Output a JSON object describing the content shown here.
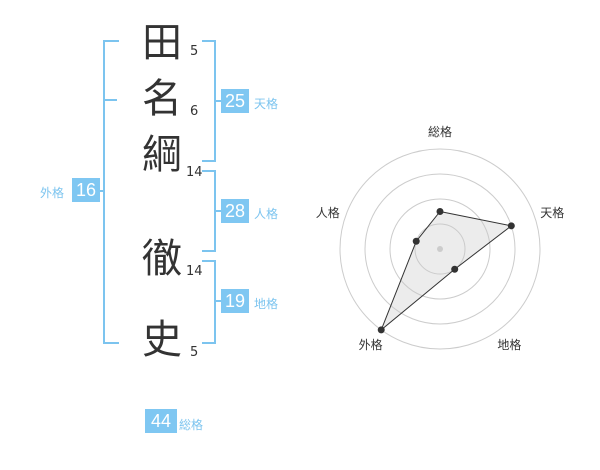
{
  "name": {
    "chars": [
      "田",
      "名",
      "綱",
      "徹",
      "史"
    ],
    "strokes": [
      "5",
      "6",
      "14",
      "14",
      "5"
    ]
  },
  "fortune": {
    "tenkaku": {
      "value": "25",
      "label": "天格"
    },
    "jinkaku": {
      "value": "28",
      "label": "人格"
    },
    "chikaku": {
      "value": "19",
      "label": "地格"
    },
    "gaikaku": {
      "value": "16",
      "label": "外格"
    },
    "soukaku": {
      "value": "44",
      "label": "総格"
    }
  },
  "colors": {
    "accent": "#7fc7f2",
    "bracket": "#7cc4ef",
    "text": "#333333"
  },
  "chart_data": {
    "type": "radar",
    "axes": [
      "総格",
      "天格",
      "地格",
      "外格",
      "人格"
    ],
    "levels": 4,
    "max": 4,
    "values": [
      1.5,
      3,
      1,
      4,
      1
    ]
  }
}
